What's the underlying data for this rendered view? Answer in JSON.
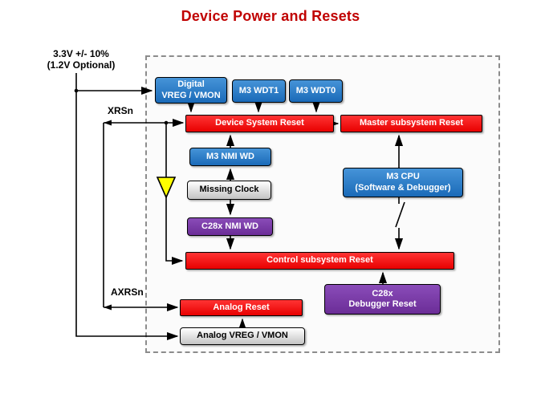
{
  "title": "Device Power and Resets",
  "supply": {
    "line1": "3.3V +/- 10%",
    "line2": "(1.2V Optional)"
  },
  "pins": {
    "xrsn": "XRSn",
    "axrsn": "AXRSn"
  },
  "nodes": {
    "digital_vreg": {
      "line1": "Digital",
      "line2": "VREG / VMON"
    },
    "m3_wdt1": {
      "label": "M3 WDT1"
    },
    "m3_wdt0": {
      "label": "M3 WDT0"
    },
    "device_system_reset": {
      "label": "Device System Reset"
    },
    "master_subsystem_reset": {
      "label": "Master subsystem Reset"
    },
    "m3_nmi_wd": {
      "label": "M3 NMI WD"
    },
    "missing_clock": {
      "label": "Missing Clock"
    },
    "c28x_nmi_wd": {
      "label": "C28x NMI WD"
    },
    "m3_cpu": {
      "line1": "M3 CPU",
      "line2": "(Software & Debugger)"
    },
    "control_subsystem_reset": {
      "label": "Control subsystem Reset"
    },
    "c28x_debugger_reset": {
      "line1": "C28x",
      "line2": "Debugger Reset"
    },
    "analog_reset": {
      "label": "Analog Reset"
    },
    "analog_vreg": {
      "label": "Analog VREG / VMON"
    }
  },
  "colors": {
    "blue": "#1B6FC0",
    "red": "#EE1111",
    "purple": "#7030A0",
    "gray": "#E0E0E0",
    "yellow": "#FFFF00",
    "title_red": "#C00000",
    "boundary_dash": "#8C8C8C"
  },
  "edges": [
    {
      "from": "3.3V supply",
      "to": "Digital VREG / VMON"
    },
    {
      "from": "3.3V supply",
      "to": "Analog VREG / VMON"
    },
    {
      "from": "Digital VREG / VMON",
      "to": "Device System Reset"
    },
    {
      "from": "M3 WDT1",
      "to": "Device System Reset"
    },
    {
      "from": "M3 WDT0",
      "to": "Device System Reset"
    },
    {
      "from": "XRSn",
      "to": "Device System Reset",
      "bidirectional": true
    },
    {
      "from": "XRSn",
      "to": "Control subsystem Reset",
      "via": "driver-triangle"
    },
    {
      "from": "Device System Reset",
      "to": "Master subsystem Reset"
    },
    {
      "from": "M3 NMI WD",
      "to": "Device System Reset"
    },
    {
      "from": "Missing Clock",
      "to": "M3 NMI WD"
    },
    {
      "from": "Missing Clock",
      "to": "C28x NMI WD"
    },
    {
      "from": "C28x NMI WD",
      "to": "Control subsystem Reset"
    },
    {
      "from": "M3 CPU (Software & Debugger)",
      "to": "Master subsystem Reset"
    },
    {
      "from": "M3 CPU (Software & Debugger)",
      "to": "Control subsystem Reset",
      "via": "switch"
    },
    {
      "from": "C28x Debugger Reset",
      "to": "Control subsystem Reset"
    },
    {
      "from": "AXRSn",
      "to": "Analog Reset",
      "bidirectional": true
    },
    {
      "from": "Analog VREG / VMON",
      "to": "Analog Reset"
    }
  ]
}
